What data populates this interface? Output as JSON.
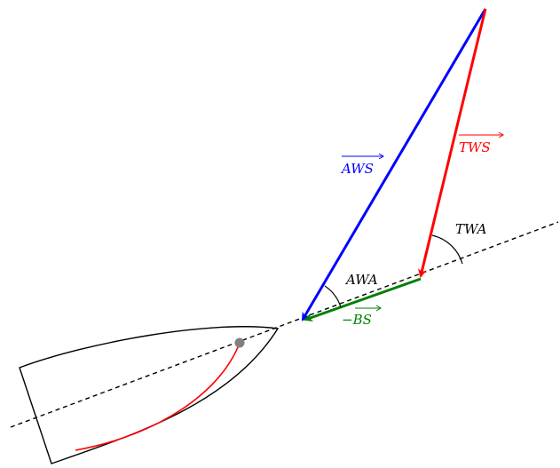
{
  "labels": {
    "aws": "AWS",
    "tws": "TWS",
    "bs": "−BS",
    "awa": "AWA",
    "twa": "TWA"
  },
  "colors": {
    "aws": "#0000ff",
    "tws": "#ff0000",
    "bs": "#008000",
    "hull": "#000000",
    "centerline": "#000000",
    "sail": "#ff0000",
    "mast": "#808080"
  }
}
